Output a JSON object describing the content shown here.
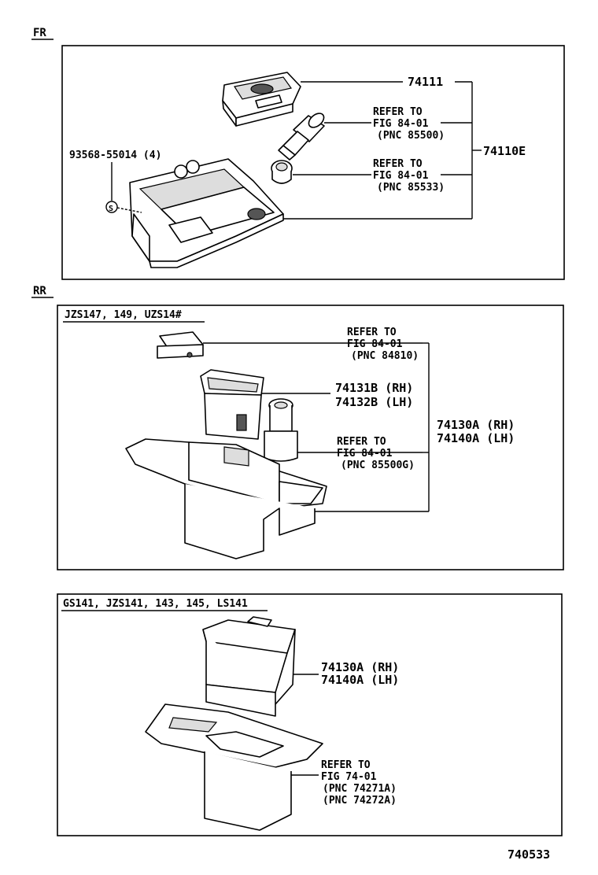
{
  "sections": {
    "fr": {
      "label": "FR",
      "parts": {
        "p74111": "74111",
        "p74110e": "74110E",
        "screw": "93568-55014 (4)",
        "screw_symbol": "S",
        "ref1": {
          "line1": "REFER TO",
          "line2": "FIG 84-01",
          "line3": "(PNC 85500)"
        },
        "ref2": {
          "line1": "REFER TO",
          "line2": "FIG 84-01",
          "line3": "(PNC 85533)"
        }
      }
    },
    "rr": {
      "label": "RR",
      "panel1": {
        "models": "JZS147, 149, UZS14#",
        "ref1": {
          "line1": "REFER TO",
          "line2": "FIG 84-01",
          "line3": "(PNC 84810)"
        },
        "part_b_rh": "74131B (RH)",
        "part_b_lh": "74132B (LH)",
        "part_a_rh": "74130A (RH)",
        "part_a_lh": "74140A (LH)",
        "ref2": {
          "line1": "REFER TO",
          "line2": "FIG 84-01",
          "line3": "(PNC 85500G)"
        }
      },
      "panel2": {
        "models": "GS141, JZS141, 143, 145, LS141",
        "part_a_rh": "74130A (RH)",
        "part_a_lh": "74140A (LH)",
        "ref": {
          "line1": "REFER TO",
          "line2": "FIG 74-01",
          "line3": "(PNC 74271A)",
          "line4": "(PNC 74272A)"
        }
      }
    }
  },
  "figure_number": "740533"
}
